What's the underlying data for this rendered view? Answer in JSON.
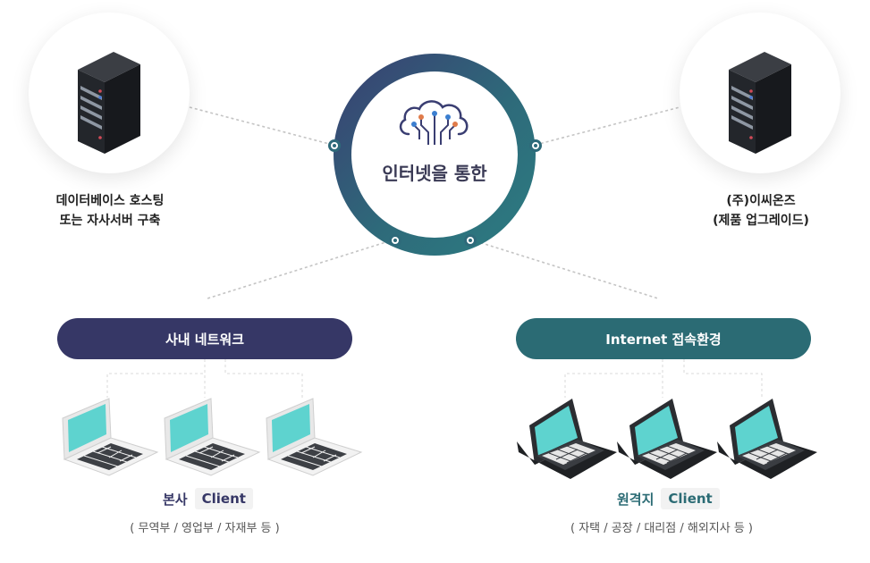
{
  "hub": {
    "title": "인터넷을 통한"
  },
  "left_server": {
    "line1": "데이터베이스 호스팅",
    "line2": "또는 자사서버 구축"
  },
  "right_server": {
    "line1": "(주)이씨온즈",
    "line2": "(제품 업그레이드)"
  },
  "internal_network": {
    "pill_label": "사내 네트워크",
    "caption_title": "본사",
    "client_label": "Client",
    "sub_caption": "( 무역부 / 영업부 / 자재부 등 )"
  },
  "internet_env": {
    "pill_label": "Internet 접속환경",
    "caption_title": "원격지",
    "client_label": "Client",
    "sub_caption": "( 자택 / 공장 / 대리점 / 해외지사 등 )"
  },
  "colors": {
    "navy": "#363766",
    "teal": "#2b6b74",
    "screen": "#5ed3cf"
  },
  "icons": [
    "server-icon",
    "cloud-network-icon",
    "laptop-icon"
  ]
}
